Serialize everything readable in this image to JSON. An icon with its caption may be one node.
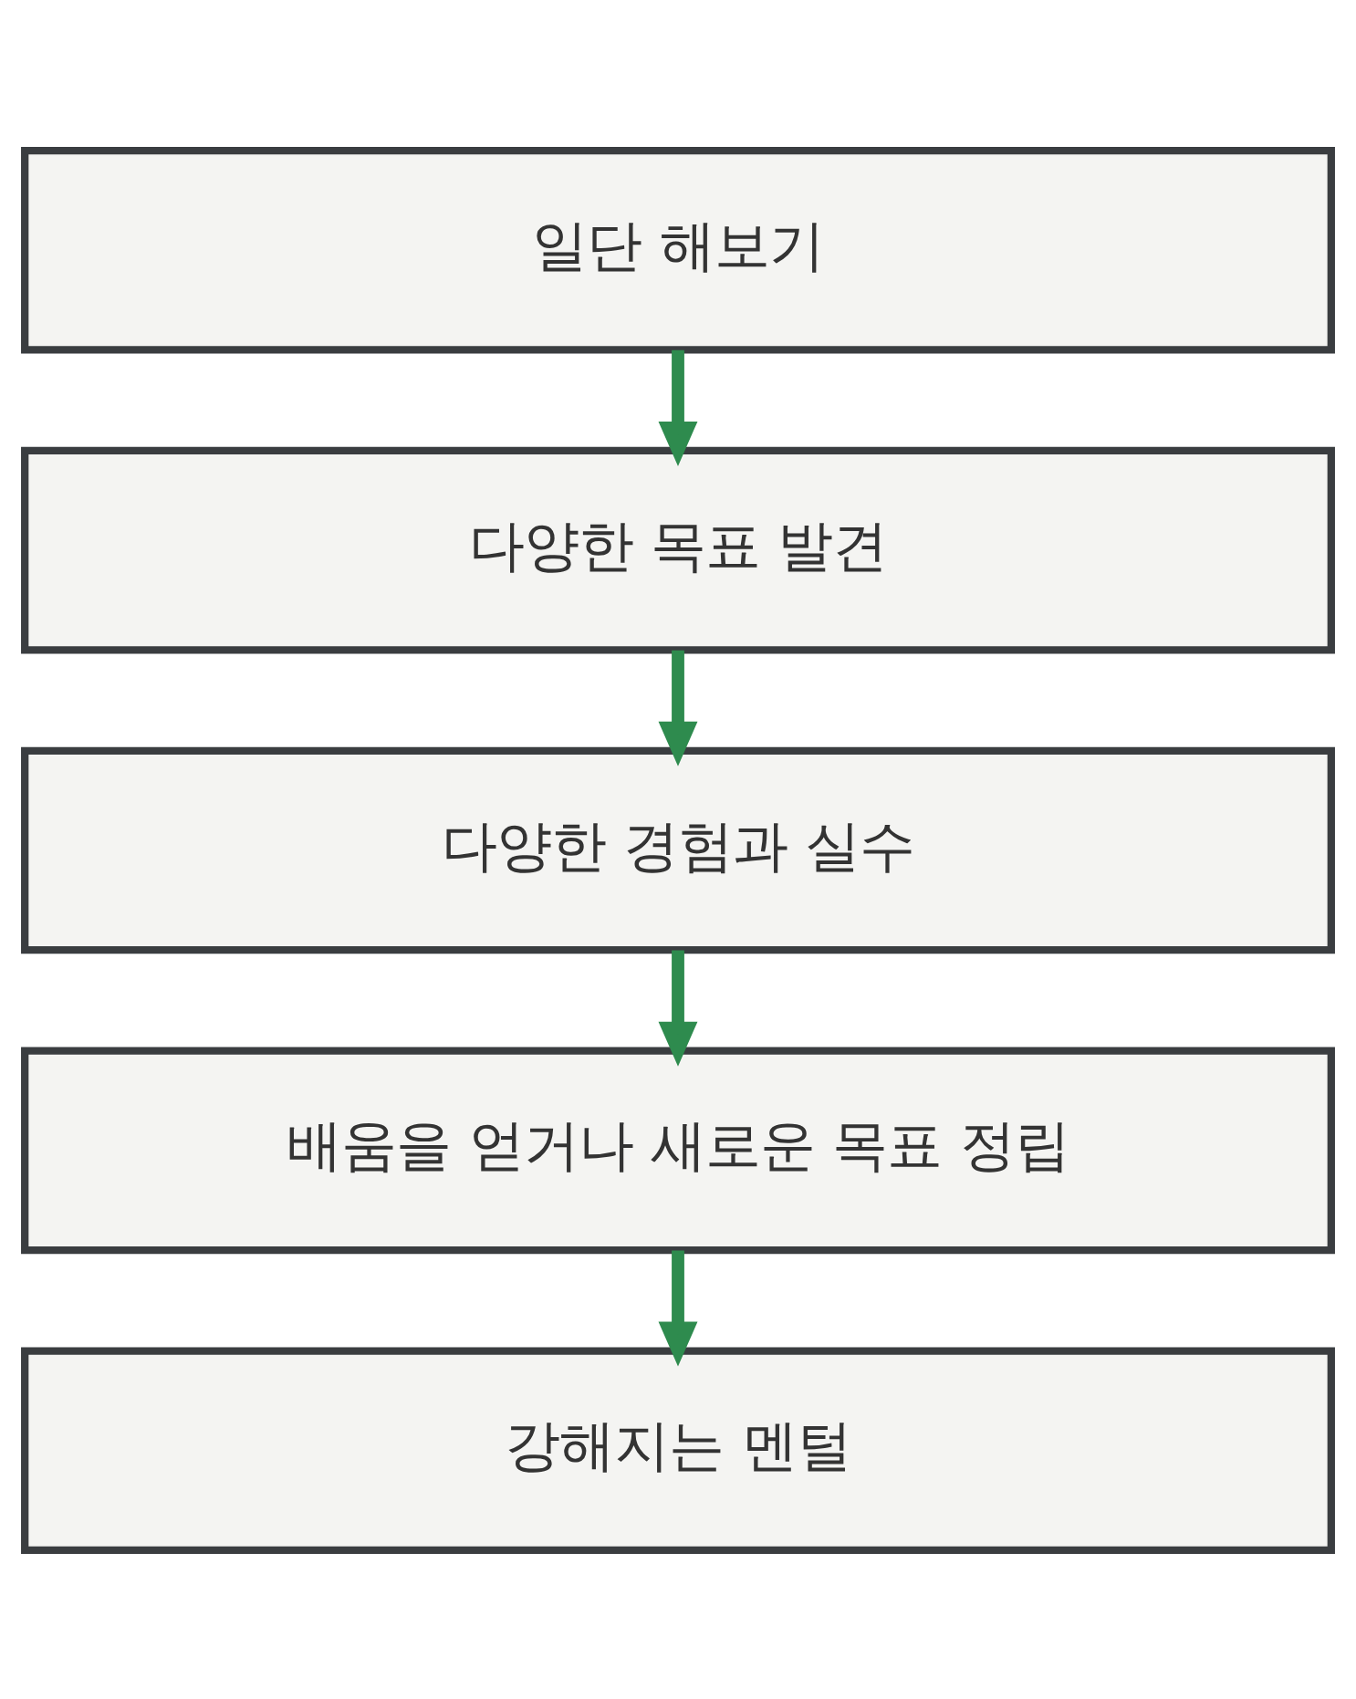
{
  "diagram": {
    "nodes": [
      {
        "text": [
          "일단 해보기"
        ]
      },
      {
        "text": [
          "다양한 목표 발견"
        ]
      },
      {
        "text": [
          "다양한 경험과 실수"
        ]
      },
      {
        "text": [
          "배움을 얻거나 새로운 목표 정립"
        ]
      },
      {
        "text": [
          "강해지는 멘털"
        ]
      }
    ],
    "edges": [
      {
        "from": 0,
        "to": 1,
        "arrow": "to"
      },
      {
        "from": 1,
        "to": 2,
        "arrow": "to"
      },
      {
        "from": 2,
        "to": 3,
        "arrow": "to"
      },
      {
        "from": 3,
        "to": 4,
        "arrow": "to"
      }
    ]
  }
}
